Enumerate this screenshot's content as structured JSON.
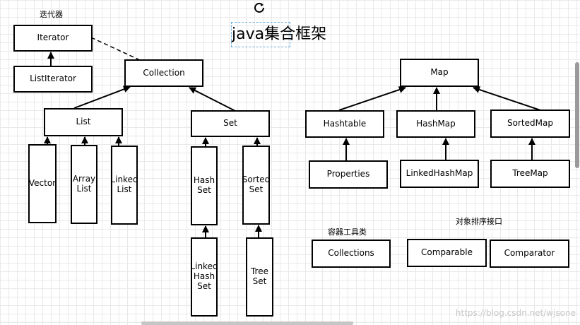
{
  "title": "java集合框架",
  "labels": {
    "iterator_group": "迭代器",
    "utility_group": "容器工具类",
    "compare_group": "对象排序接口"
  },
  "nodes": {
    "iterator": "Iterator",
    "listiterator": "ListIterator",
    "collection": "Collection",
    "list": "List",
    "set": "Set",
    "vector": "Vector",
    "arraylist": "Array\nList",
    "linkedlist": "Linked\nList",
    "hashset": "Hash\nSet",
    "sortedset": "Sorted\nSet",
    "linkedhashset": "Linked\nHash\nSet",
    "treeset": "Tree\nSet",
    "map": "Map",
    "hashtable": "Hashtable",
    "hashmap": "HashMap",
    "sortedmap": "SortedMap",
    "properties": "Properties",
    "linkedhashmap": "LinkedHashMap",
    "treemap": "TreeMap",
    "collections": "Collections",
    "comparable": "Comparable",
    "comparator": "Comparator"
  },
  "watermark": "https://blog.csdn.net/wjsone",
  "icons": {
    "rotate": "rotate-handle-icon"
  }
}
